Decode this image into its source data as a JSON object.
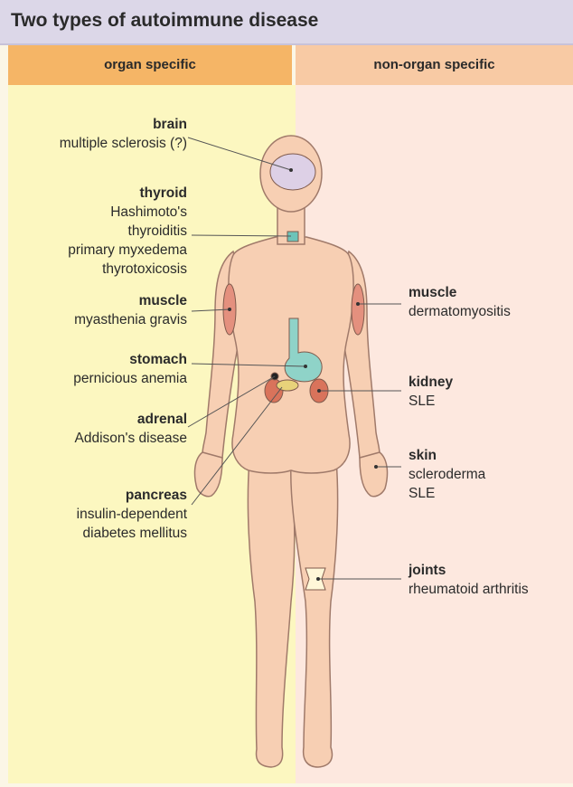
{
  "title": "Two types of autoimmune disease",
  "columns": {
    "left": "organ specific",
    "right": "non-organ specific"
  },
  "organ_specific": [
    {
      "id": "brain",
      "title": "brain",
      "diseases": [
        "multiple sclerosis (?)"
      ]
    },
    {
      "id": "thyroid",
      "title": "thyroid",
      "diseases": [
        "Hashimoto's",
        "thyroiditis",
        "primary myxedema",
        "thyrotoxicosis"
      ]
    },
    {
      "id": "muscle",
      "title": "muscle",
      "diseases": [
        "myasthenia gravis"
      ]
    },
    {
      "id": "stomach",
      "title": "stomach",
      "diseases": [
        "pernicious anemia"
      ]
    },
    {
      "id": "adrenal",
      "title": "adrenal",
      "diseases": [
        "Addison's disease"
      ]
    },
    {
      "id": "pancreas",
      "title": "pancreas",
      "diseases": [
        "insulin-dependent",
        "diabetes mellitus"
      ]
    }
  ],
  "non_organ_specific": [
    {
      "id": "muscle",
      "title": "muscle",
      "diseases": [
        "dermatomyositis"
      ]
    },
    {
      "id": "kidney",
      "title": "kidney",
      "diseases": [
        "SLE"
      ]
    },
    {
      "id": "skin",
      "title": "skin",
      "diseases": [
        "scleroderma",
        "SLE"
      ]
    },
    {
      "id": "joints",
      "title": "joints",
      "diseases": [
        "rheumatoid arthritis"
      ]
    }
  ],
  "colors": {
    "title_bar": "#dcd7e8",
    "left_header": "#f5b566",
    "right_header": "#f8caa4",
    "left_panel": "#fcf7c0",
    "right_panel": "#fde8df",
    "skin": "#f7cfb3",
    "body_outline": "#a07a6a",
    "brain": "#ddd0e6",
    "stomach": "#8fd3c8",
    "kidney": "#d9735b",
    "muscle": "#e4907e"
  }
}
